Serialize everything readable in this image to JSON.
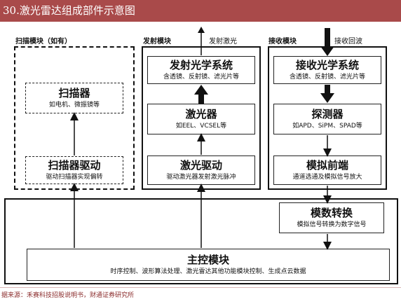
{
  "figure_title": "30.激光雷达组成部件示意图",
  "regions": {
    "scan": "扫描模块（如有）",
    "emit": "发射模块",
    "receive": "接收模块"
  },
  "outputs": {
    "emit_label": "发射激光",
    "receive_label": "接收回波"
  },
  "boxes": {
    "scanner": {
      "title": "扫描器",
      "sub": "如电机、微振镜等"
    },
    "scanner_driver": {
      "title": "扫描器驱动",
      "sub": "驱动扫描器实现偏转"
    },
    "tx_optics": {
      "title": "发射光学系统",
      "sub": "含透镜、反射镜、滤光片等"
    },
    "laser": {
      "title": "激光器",
      "sub": "如EEL、VCSEL等"
    },
    "laser_driver": {
      "title": "激光驱动",
      "sub": "驱动激光器发射激光脉冲"
    },
    "rx_optics": {
      "title": "接收光学系统",
      "sub": "含透镜、反射镜、滤光片等"
    },
    "detector": {
      "title": "探测器",
      "sub": "如APD、SiPM、SPAD等"
    },
    "analog_frontend": {
      "title": "模拟前端",
      "sub": "通道选通及模拟信号放大"
    },
    "adc": {
      "title": "模数转换",
      "sub": "模拟信号转换为数字信号"
    },
    "main_control": {
      "title": "主控模块",
      "sub": "时序控制、波形算法处理、激光雷达其他功能模块控制、生成点云数据"
    }
  },
  "footer": "据来源：禾赛科技招股说明书，财通证券研究所"
}
